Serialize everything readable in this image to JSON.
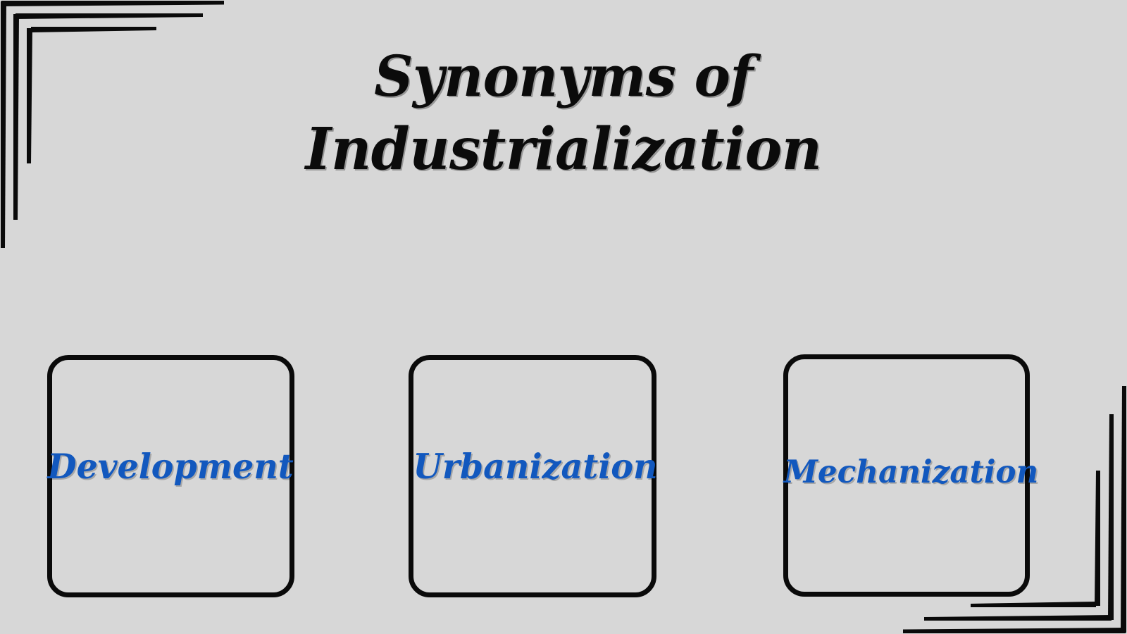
{
  "slide": {
    "background_color": "#d7d7d7",
    "title": {
      "line_1": "Synonyms of",
      "line_2": "Industrialization",
      "color": "#0b0b0b"
    },
    "accent_color": "#1258be",
    "border_color": "#0a0a0a",
    "cards": [
      {
        "label": "Development"
      },
      {
        "label": "Urbanization"
      },
      {
        "label": "Mechanization"
      }
    ],
    "ornaments": {
      "top_left": "corner-bracket-lines",
      "bottom_right": "corner-bracket-lines"
    }
  }
}
